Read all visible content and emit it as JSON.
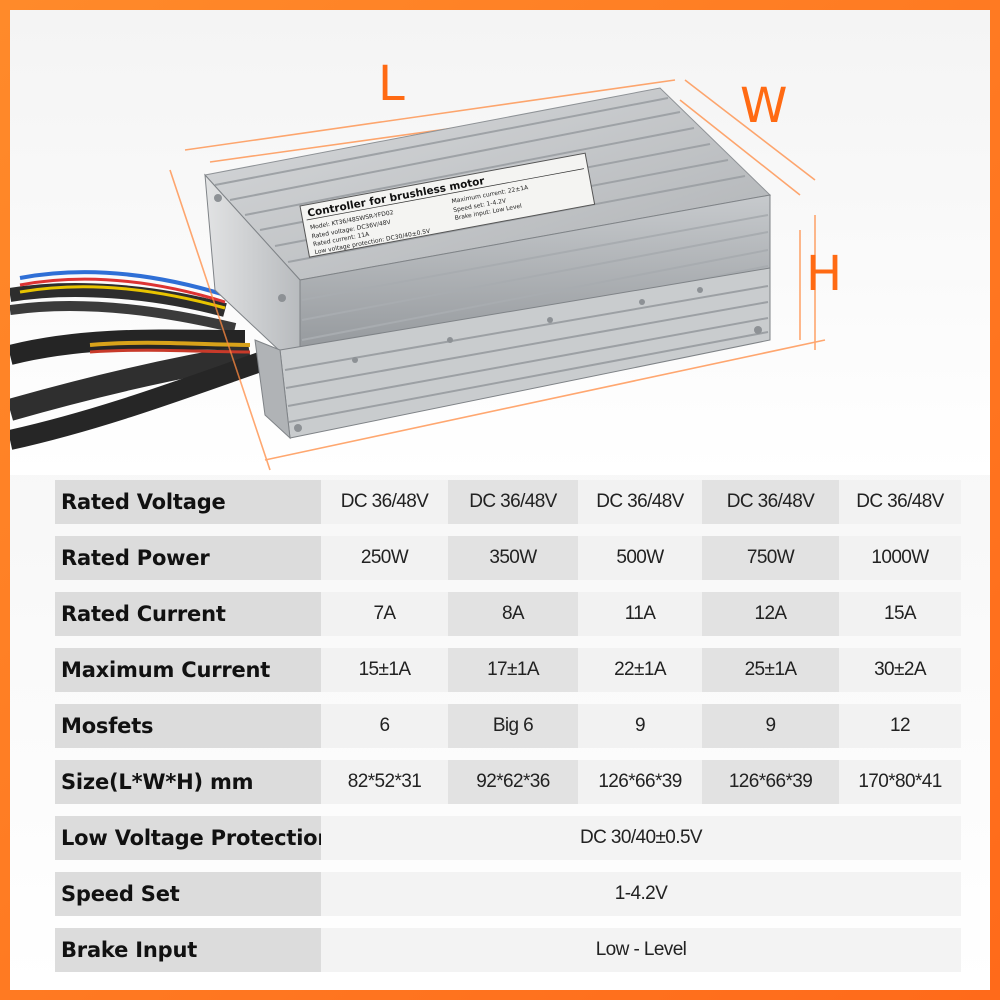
{
  "dimension_labels": {
    "length": "L",
    "width": "W",
    "height": "H"
  },
  "product_label": {
    "title": "Controller for brushless motor",
    "model": "Model: KT36/48SWSR-YFD02",
    "rated_voltage": "Rated voltage: DC36V/48V",
    "rated_current": "Rated current: 11A",
    "low_voltage": "Low voltage protection: DC30/40±0.5V",
    "max_current": "Maximum current: 22±1A",
    "speed_set": "Speed set: 1-4.2V",
    "brake_input": "Brake input: Low Level"
  },
  "colors": {
    "accent": "#ff6a13",
    "label_bg": "#dcdcdc",
    "cell_alt": "#e2e2e2",
    "cell_plain": "#f2f2f2"
  },
  "spec_table": {
    "rows": [
      {
        "label": "Rated Voltage",
        "values": [
          "DC 36/48V",
          "DC 36/48V",
          "DC 36/48V",
          "DC 36/48V",
          "DC 36/48V"
        ]
      },
      {
        "label": "Rated Power",
        "values": [
          "250W",
          "350W",
          "500W",
          "750W",
          "1000W"
        ]
      },
      {
        "label": "Rated Current",
        "values": [
          "7A",
          "8A",
          "11A",
          "12A",
          "15A"
        ]
      },
      {
        "label": "Maximum Current",
        "values": [
          "15±1A",
          "17±1A",
          "22±1A",
          "25±1A",
          "30±2A"
        ]
      },
      {
        "label": "Mosfets",
        "values": [
          "6",
          "Big 6",
          "9",
          "9",
          "12"
        ]
      },
      {
        "label": "Size(L*W*H)  mm",
        "values": [
          "82*52*31",
          "92*62*36",
          "126*66*39",
          "126*66*39",
          "170*80*41"
        ]
      },
      {
        "label": "Low Voltage Protection",
        "span_value": "DC 30/40±0.5V"
      },
      {
        "label": "Speed Set",
        "span_value": "1-4.2V"
      },
      {
        "label": "Brake Input",
        "span_value": "Low - Level"
      }
    ]
  }
}
